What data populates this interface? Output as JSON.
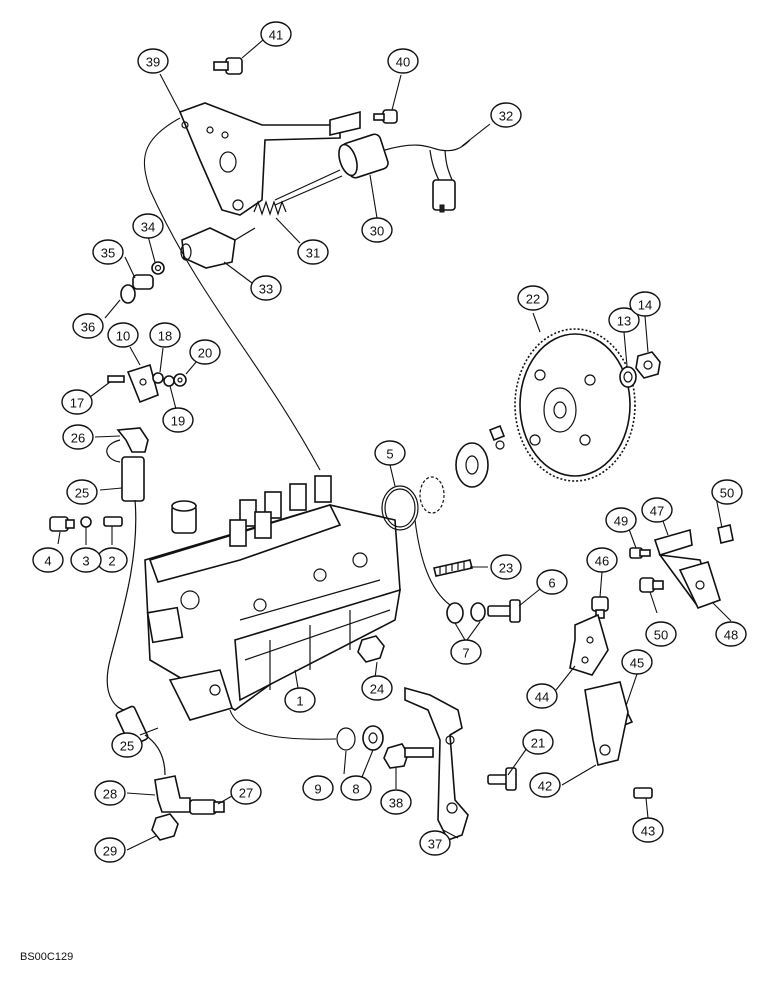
{
  "reference_code": "BS00C129",
  "callouts": [
    {
      "id": "c1",
      "label": "1"
    },
    {
      "id": "c2",
      "label": "2"
    },
    {
      "id": "c3",
      "label": "3"
    },
    {
      "id": "c4",
      "label": "4"
    },
    {
      "id": "c5",
      "label": "5"
    },
    {
      "id": "c6",
      "label": "6"
    },
    {
      "id": "c7",
      "label": "7"
    },
    {
      "id": "c8",
      "label": "8"
    },
    {
      "id": "c9",
      "label": "9"
    },
    {
      "id": "c10",
      "label": "10"
    },
    {
      "id": "c13",
      "label": "13"
    },
    {
      "id": "c14",
      "label": "14"
    },
    {
      "id": "c17",
      "label": "17"
    },
    {
      "id": "c18",
      "label": "18"
    },
    {
      "id": "c19",
      "label": "19"
    },
    {
      "id": "c20",
      "label": "20"
    },
    {
      "id": "c21",
      "label": "21"
    },
    {
      "id": "c22",
      "label": "22"
    },
    {
      "id": "c23",
      "label": "23"
    },
    {
      "id": "c24",
      "label": "24"
    },
    {
      "id": "c25a",
      "label": "25"
    },
    {
      "id": "c25b",
      "label": "25"
    },
    {
      "id": "c26",
      "label": "26"
    },
    {
      "id": "c27",
      "label": "27"
    },
    {
      "id": "c28",
      "label": "28"
    },
    {
      "id": "c29",
      "label": "29"
    },
    {
      "id": "c30",
      "label": "30"
    },
    {
      "id": "c31",
      "label": "31"
    },
    {
      "id": "c32",
      "label": "32"
    },
    {
      "id": "c33",
      "label": "33"
    },
    {
      "id": "c34",
      "label": "34"
    },
    {
      "id": "c35",
      "label": "35"
    },
    {
      "id": "c36",
      "label": "36"
    },
    {
      "id": "c37",
      "label": "37"
    },
    {
      "id": "c38",
      "label": "38"
    },
    {
      "id": "c39",
      "label": "39"
    },
    {
      "id": "c40",
      "label": "40"
    },
    {
      "id": "c41",
      "label": "41"
    },
    {
      "id": "c42",
      "label": "42"
    },
    {
      "id": "c43",
      "label": "43"
    },
    {
      "id": "c44",
      "label": "44"
    },
    {
      "id": "c45",
      "label": "45"
    },
    {
      "id": "c46",
      "label": "46"
    },
    {
      "id": "c47",
      "label": "47"
    },
    {
      "id": "c48",
      "label": "48"
    },
    {
      "id": "c49",
      "label": "49"
    },
    {
      "id": "c50a",
      "label": "50"
    },
    {
      "id": "c50b",
      "label": "50"
    }
  ]
}
